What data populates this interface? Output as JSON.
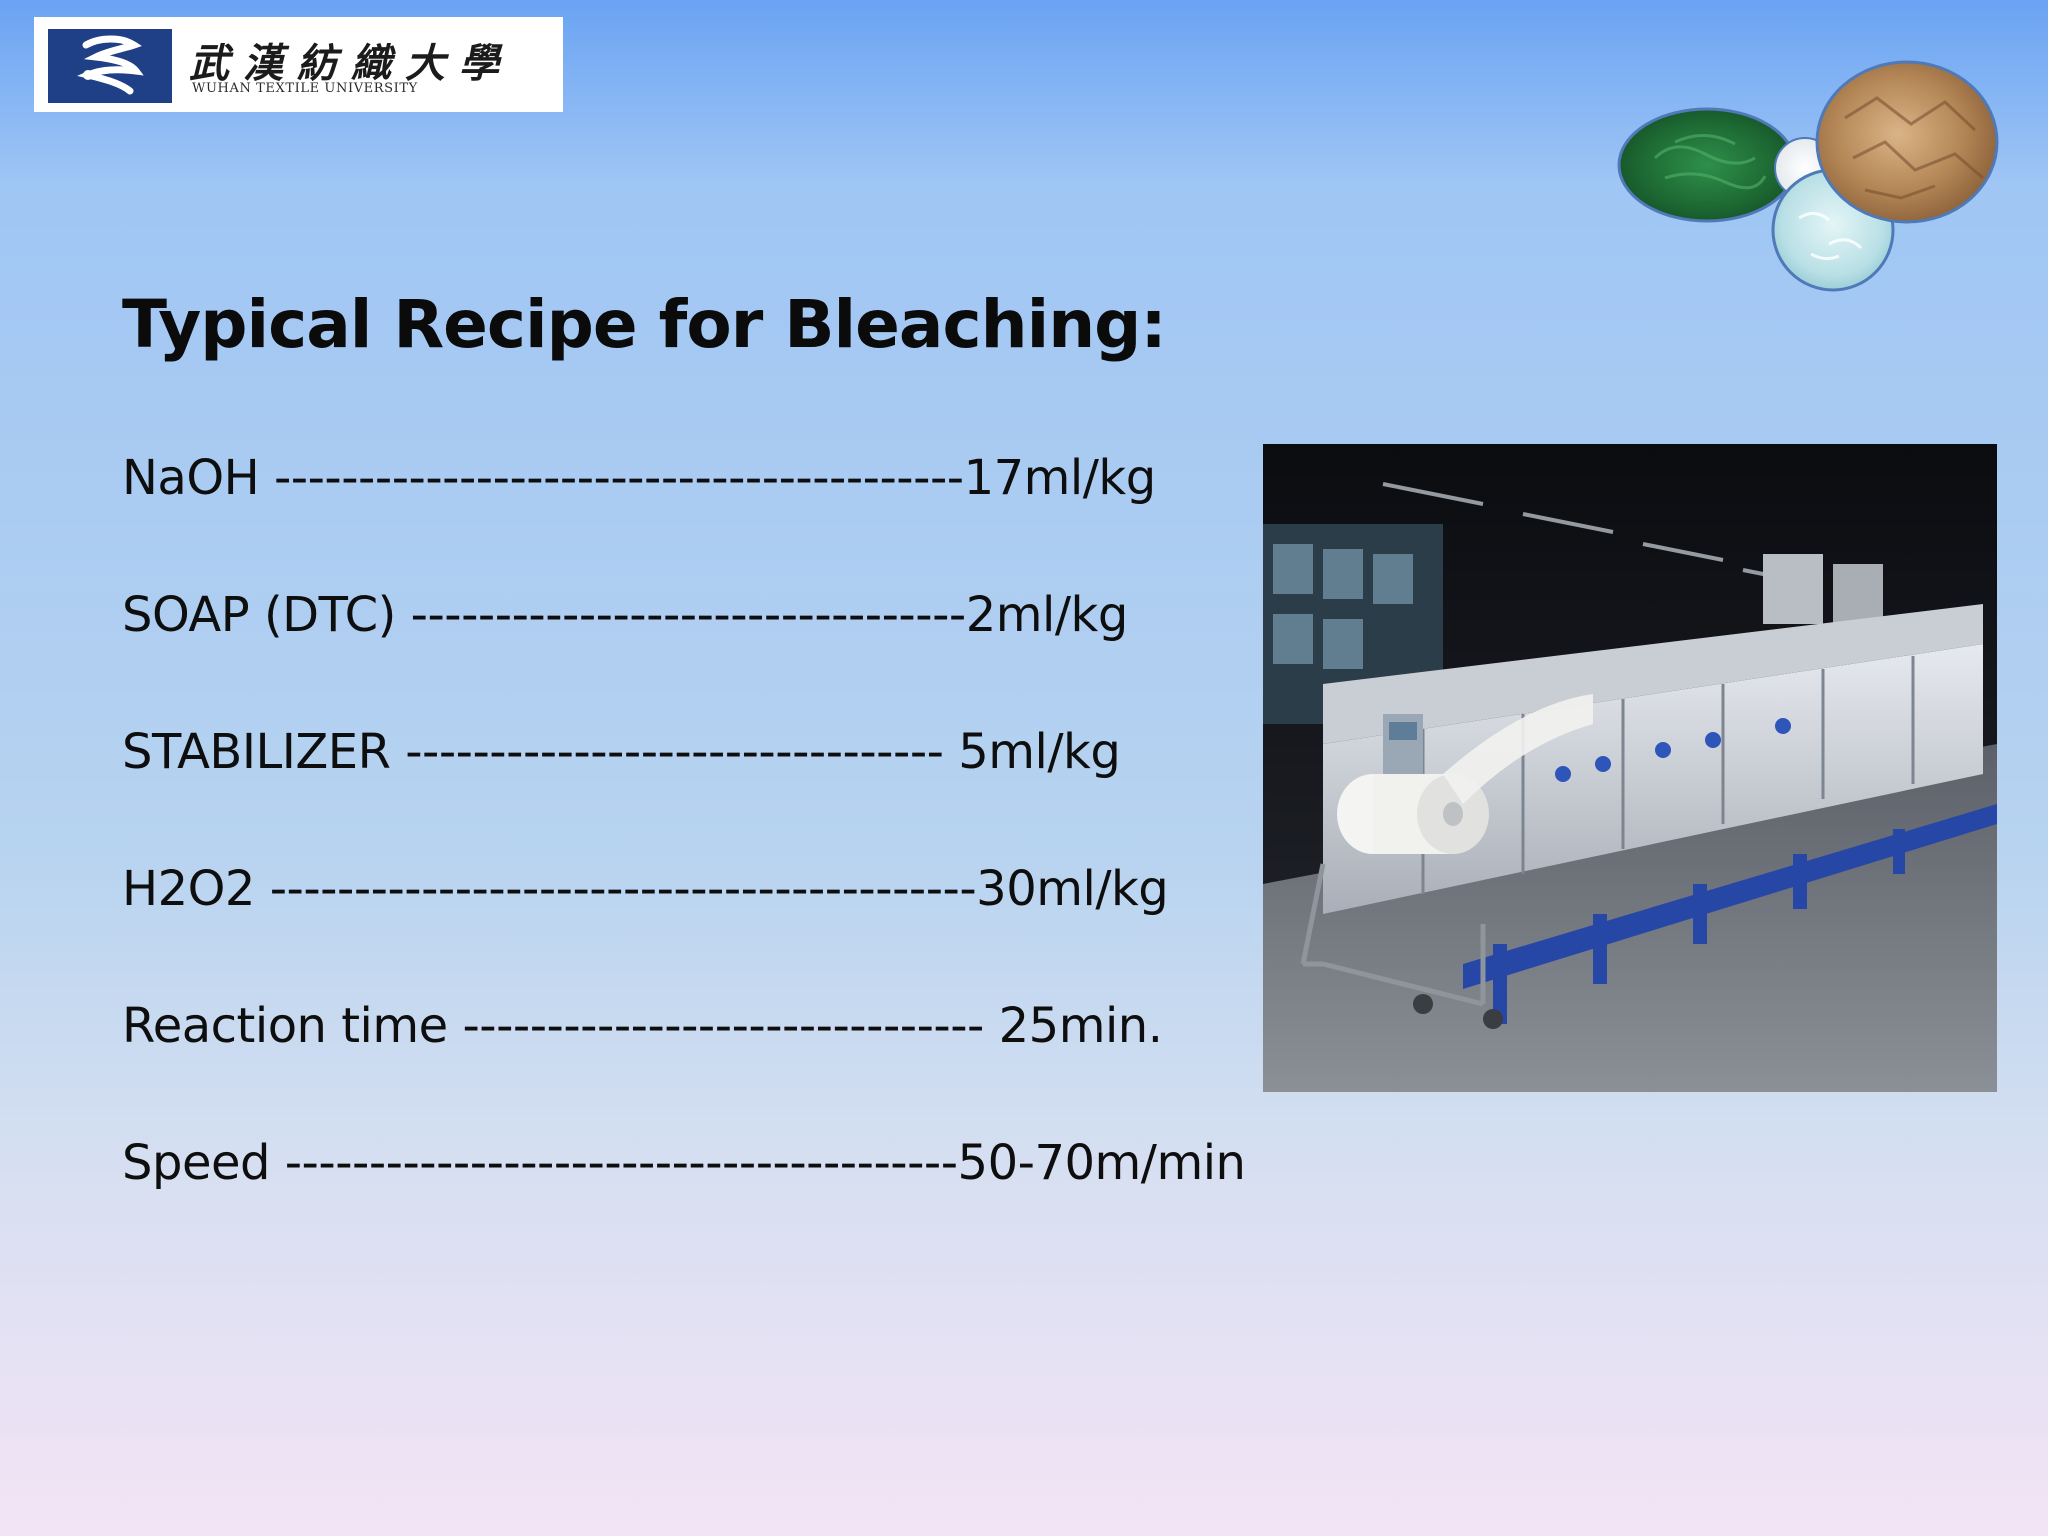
{
  "logo": {
    "chinese_name": "武漢紡織大學",
    "english_name": "WUHAN TEXTILE UNIVERSITY"
  },
  "title": "Typical Recipe for Bleaching:",
  "recipe": [
    {
      "text": "NaOH -----------------------------------------17ml/kg"
    },
    {
      "text": "SOAP (DTC) ---------------------------------2ml/kg"
    },
    {
      "text": "STABILIZER -------------------------------- 5ml/kg"
    },
    {
      "text": "H2O2 ------------------------------------------30ml/kg"
    },
    {
      "text": "Reaction time ------------------------------- 25min."
    },
    {
      "text": "Speed ----------------------------------------50-70m/min"
    }
  ],
  "colors": {
    "logo_blue": "#1f3f86",
    "text": "#0e0e0e",
    "circle_green": "#1f7a3a",
    "circle_tan": "#b88d5e",
    "circle_cyan": "#bfe4ea",
    "circle_border": "#4f79b8"
  }
}
